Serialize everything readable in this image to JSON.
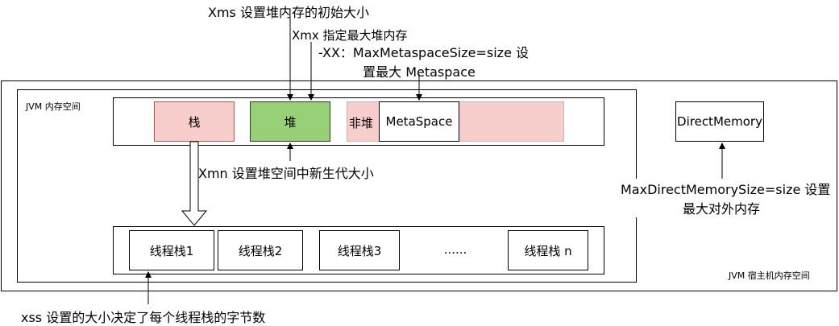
{
  "host": {
    "label": "JVM 宿主机内存空间"
  },
  "jvm": {
    "label": "JVM 内存空间"
  },
  "regions": {
    "stack": "栈",
    "heap": "堆",
    "nonheap": "非堆",
    "metaspace": "MetaSpace"
  },
  "direct": {
    "label": "DirectMemory"
  },
  "threads": [
    "线程栈1",
    "线程栈2",
    "线程栈3",
    "......",
    "线程栈 n"
  ],
  "annotations": {
    "xms": "Xms 设置堆内存的初始大小",
    "xmx": "Xmx 指定最大堆内存",
    "meta_line1": "-XX：MaxMetaspaceSize=size 设",
    "meta_line2": "置最大 Metaspace",
    "xmn": "Xmn 设置堆空间中新生代大小",
    "direct_line1": "MaxDirectMemorySize=size 设置",
    "direct_line2": "最大对外内存",
    "xss": "xss 设置的大小决定了每个线程栈的字节数"
  },
  "colors": {
    "stack_fill": "#f8cecc",
    "heap_fill": "#97d077",
    "nonheap_fill": "#f8cecc"
  }
}
